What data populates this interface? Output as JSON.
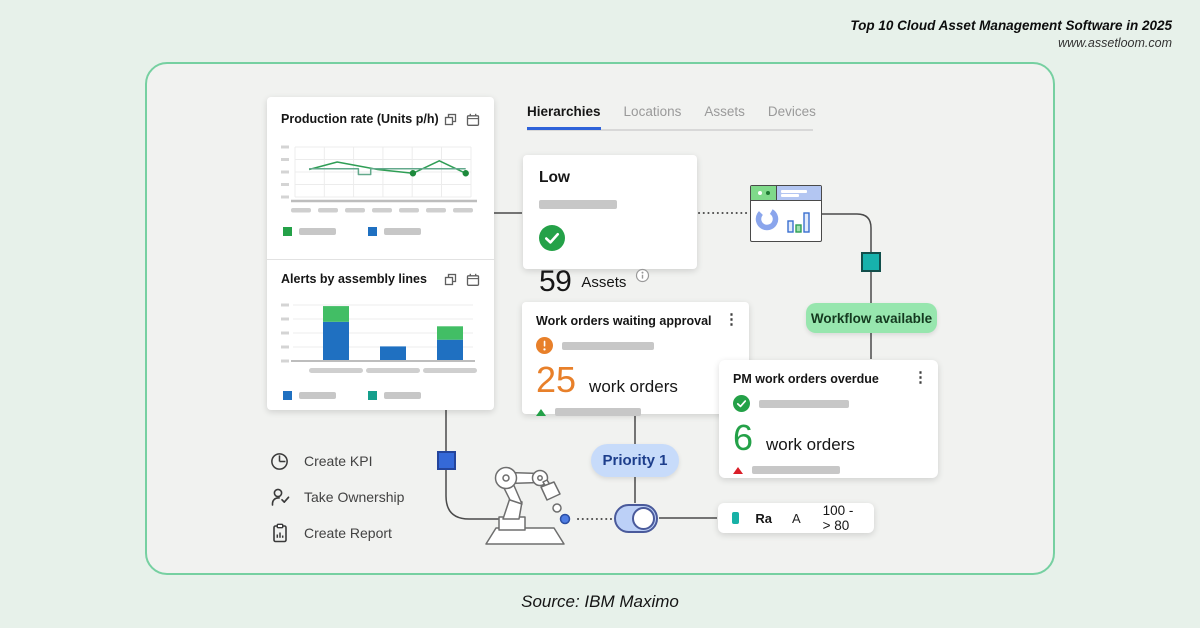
{
  "header": {
    "title": "Top 10 Cloud Asset Management Software in 2025",
    "website": "www.assetloom.com"
  },
  "footer": {
    "source": "Source: IBM Maximo"
  },
  "tabs": [
    {
      "label": "Hierarchies",
      "active": true
    },
    {
      "label": "Locations",
      "active": false
    },
    {
      "label": "Assets",
      "active": false
    },
    {
      "label": "Devices",
      "active": false
    }
  ],
  "cards": {
    "production": {
      "title": "Production rate (Units p/h)"
    },
    "alerts": {
      "title": "Alerts by assembly lines"
    },
    "low": {
      "title": "Low",
      "value": "59",
      "unit": "Assets"
    },
    "waiting": {
      "title": "Work orders waiting approval",
      "value": "25",
      "unit": "work orders"
    },
    "overdue": {
      "title": "PM work orders overdue",
      "value": "6",
      "unit": "work orders"
    },
    "meter": {
      "swatch_color": "#17b1a6",
      "label_bold": "Ra",
      "label_secondary": "A",
      "range": "100 - > 80"
    }
  },
  "badges": {
    "workflow": {
      "label": "Workflow available",
      "bg": "#97e6ae",
      "fg": "#14391f"
    },
    "priority": {
      "label": "Priority 1",
      "bg": "#c7dbfa",
      "fg": "#1d3e8c"
    }
  },
  "actions": [
    {
      "label": "Create KPI",
      "icon": "kpi-clock-icon"
    },
    {
      "label": "Take Ownership",
      "icon": "user-check-icon"
    },
    {
      "label": "Create Report",
      "icon": "report-icon"
    }
  ],
  "status_colors": {
    "ok_green": "#24a148",
    "warn_orange": "#e8802a",
    "alert_red": "#da1e28",
    "tab_accent_blue": "#2e62d9",
    "node_blue": "#3569d8",
    "node_teal": "#17b2ac",
    "panel_border_green": "#76d0a1"
  },
  "chart_data": [
    {
      "type": "line",
      "title": "Production rate (Units p/h)",
      "xlabel": "",
      "ylabel": "",
      "ylim": [
        80,
        100
      ],
      "grid": true,
      "x_ticks": "7 greeked placeholder bars (no readable labels)",
      "y_ticks": "5 greeked placeholder bars (no readable labels)",
      "series": [
        {
          "name": "series-1",
          "color": "#2f9e55",
          "points": [
            {
              "x": 0.08,
              "v": 91
            },
            {
              "x": 0.24,
              "v": 94
            },
            {
              "x": 0.47,
              "v": 91
            },
            {
              "x": 0.67,
              "v": 89.5
            },
            {
              "x": 0.82,
              "v": 94.5
            },
            {
              "x": 0.97,
              "v": 89.5
            }
          ],
          "marker_indices": [
            3,
            5
          ],
          "marker_color": "#1e8a3c"
        },
        {
          "name": "series-2",
          "color": "#63a98c",
          "points": [
            {
              "x": 0.08,
              "v": 91.3
            },
            {
              "x": 0.36,
              "v": 91.3
            },
            {
              "x": 0.36,
              "v": 89
            },
            {
              "x": 0.43,
              "v": 89
            },
            {
              "x": 0.43,
              "v": 91.3
            },
            {
              "x": 0.97,
              "v": 91.3
            }
          ],
          "marker_indices": []
        }
      ],
      "legend": [
        {
          "color": "#24a148"
        },
        {
          "color": "#1f70c1"
        }
      ],
      "legend_position": "bottom-left"
    },
    {
      "type": "bar",
      "title": "Alerts by assembly lines",
      "stacked": true,
      "xlabel": "",
      "ylabel": "",
      "ylim": [
        0,
        50
      ],
      "grid": true,
      "categories": [
        "",
        "",
        ""
      ],
      "x_ticks": "3 greeked placeholder bars (no readable labels)",
      "series": [
        {
          "name": "series-blue",
          "color": "#1f70c1",
          "values": [
            35,
            13,
            19
          ]
        },
        {
          "name": "series-green",
          "color": "#42be65",
          "values": [
            14,
            0,
            12
          ]
        }
      ],
      "legend": [
        {
          "color": "#1f70c1"
        },
        {
          "color": "#159f8c"
        }
      ],
      "legend_position": "bottom-left"
    }
  ]
}
